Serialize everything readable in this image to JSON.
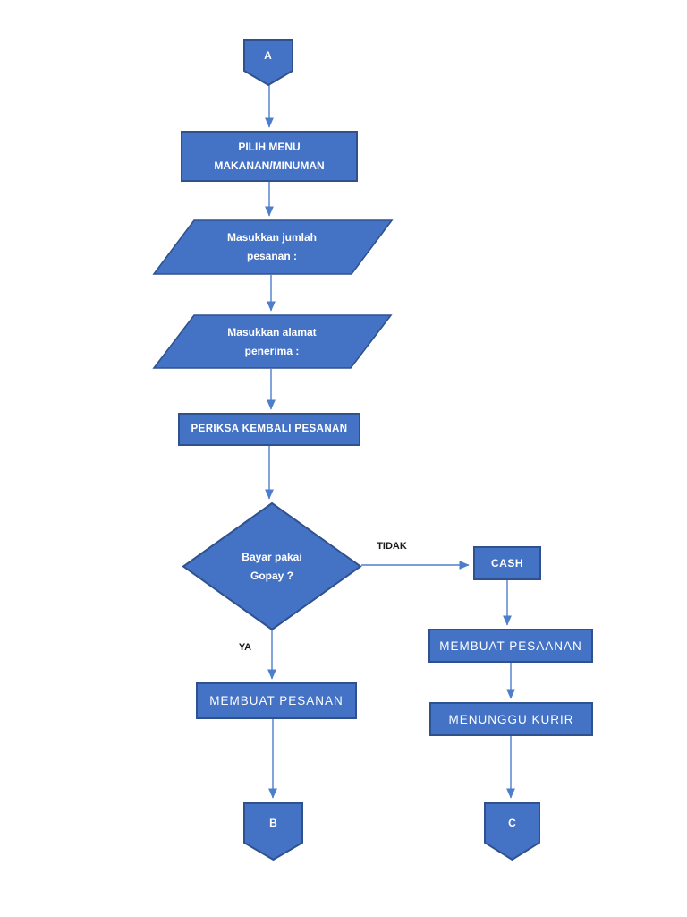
{
  "palette": {
    "page_bg": "#ffffff",
    "shape_fill": "#4472c4",
    "shape_border": "#2f528f",
    "arrow": "#4d7ecb",
    "shape_text": "#ffffff",
    "label_text": "#1a1a1a"
  },
  "flowchart": {
    "connector_a": {
      "label": "A"
    },
    "step_pilih_menu": {
      "line1": "PILIH MENU",
      "line2": "MAKANAN/MINUMAN"
    },
    "input_jumlah_pesanan": {
      "line1": "Masukkan jumlah",
      "line2": "pesanan :"
    },
    "input_alamat_penerima": {
      "line1": "Masukkan alamat",
      "line2": "penerima :"
    },
    "step_periksa": {
      "label": "PERIKSA KEMBALI PESANAN"
    },
    "decision_gopay": {
      "line1": "Bayar pakai",
      "line2": "Gopay ?"
    },
    "branch_no": {
      "label": "TIDAK"
    },
    "branch_yes": {
      "label": "YA"
    },
    "step_cash": {
      "label": "CASH"
    },
    "step_membuat_pesanan": {
      "label": "MEMBUAT PESANAN"
    },
    "step_membuat_pesaanan": {
      "label": "MEMBUAT PESAANAN"
    },
    "step_menunggu_kurir": {
      "label": "MENUNGGU KURIR"
    },
    "connector_b": {
      "label": "B"
    },
    "connector_c": {
      "label": "C"
    }
  }
}
